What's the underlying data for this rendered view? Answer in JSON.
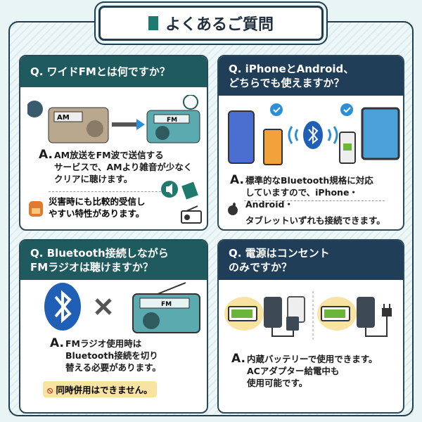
{
  "title": "よくあるご質問",
  "faq": [
    {
      "q": "Q. ワイドFMとは何ですか？",
      "a": [
        "AM放送をFM波で送信する",
        "サービスで、AMより雑音が少なく",
        "クリアに聴けます。"
      ],
      "note": [
        "災害時にも比較的受信し",
        "やすい特性があります。"
      ],
      "labels": [
        "AM",
        "FM"
      ]
    },
    {
      "q": [
        "Q. iPhoneとAndroid、",
        "どちらでも使えますか？"
      ],
      "a": [
        "標準的なBluetooth規格に対応",
        "していますので、iPhone・Android・",
        "タブレットいずれも接続できます。"
      ]
    },
    {
      "q": [
        "Q. Bluetooth接続しながら",
        "FMラジオは聴けますか？"
      ],
      "a": [
        "FMラジオ使用時は",
        "Bluetooth接続を切り",
        "替える必要があります。"
      ],
      "warn": "同時併用はできません。",
      "labels": [
        "FM"
      ]
    },
    {
      "q": [
        "Q. 電源はコンセント",
        "のみですか？"
      ],
      "a": [
        "内蔵バッテリーで使用できます。",
        "ACアダプター給電中も",
        "使用可能です。"
      ]
    }
  ],
  "answer_marker": "A.",
  "colors": {
    "teal": "#1f5b5e",
    "navy": "#203e57",
    "accent": "#2a8fd6"
  }
}
